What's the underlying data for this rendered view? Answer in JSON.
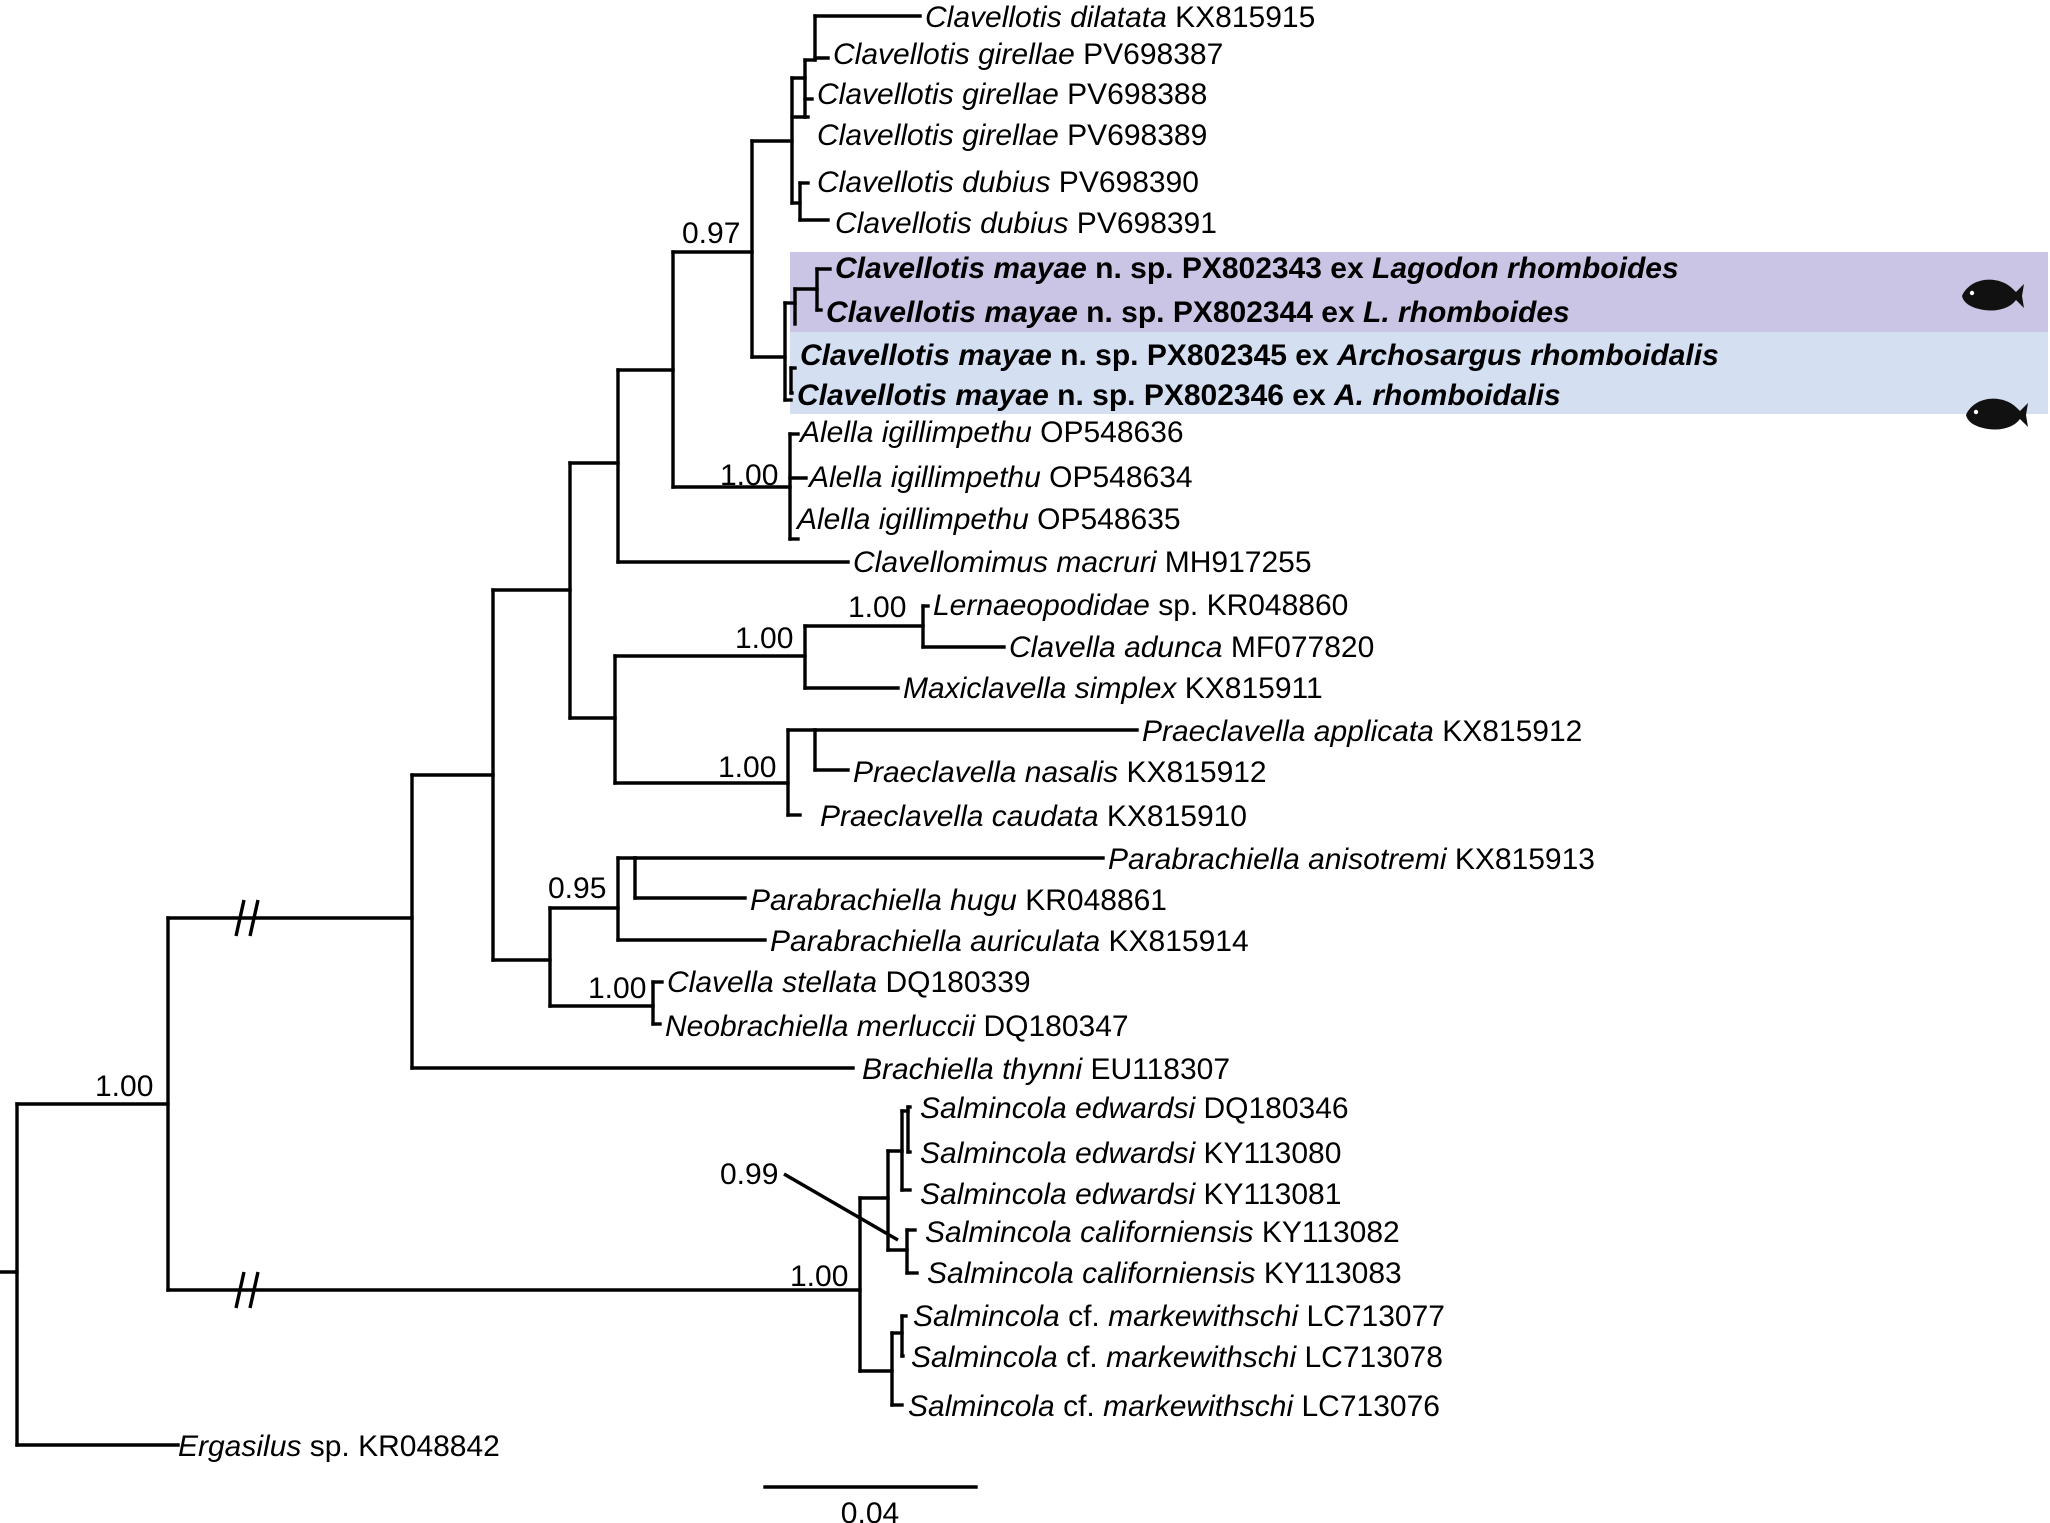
{
  "colors": {
    "highlight_purple": "#cbc5e5",
    "highlight_blue": "#d5dff2",
    "lines": "#000000"
  },
  "taxa": [
    {
      "id": "t1",
      "genus": "Clavellotis",
      "epithet": "dilatata",
      "rest": " KX815915"
    },
    {
      "id": "t2",
      "genus": "Clavellotis",
      "epithet": "girellae",
      "rest": " PV698387"
    },
    {
      "id": "t3",
      "genus": "Clavellotis",
      "epithet": "girellae",
      "rest": " PV698388"
    },
    {
      "id": "t4",
      "genus": "Clavellotis",
      "epithet": "girellae",
      "rest": " PV698389"
    },
    {
      "id": "t5",
      "genus": "Clavellotis",
      "epithet": "dubius",
      "rest": " PV698390"
    },
    {
      "id": "t6",
      "genus": "Clavellotis",
      "epithet": "dubius",
      "rest": " PV698391"
    },
    {
      "id": "t7",
      "genus": "Clavellotis",
      "epithet": "mayae",
      "rest": " n. sp. PX802343 ex ",
      "host": "Lagodon rhomboides",
      "bold": true
    },
    {
      "id": "t8",
      "genus": "Clavellotis",
      "epithet": "mayae",
      "rest": " n. sp. PX802344 ex ",
      "host": "L. rhomboides",
      "bold": true
    },
    {
      "id": "t9",
      "genus": "Clavellotis",
      "epithet": "mayae",
      "rest": " n. sp. PX802345 ex ",
      "host": "Archosargus rhomboidalis",
      "bold": true
    },
    {
      "id": "t10",
      "genus": "Clavellotis",
      "epithet": "mayae",
      "rest": " n. sp. PX802346 ex ",
      "host": "A. rhomboidalis",
      "bold": true
    },
    {
      "id": "t11",
      "genus": "Alella",
      "epithet": "igillimpethu",
      "rest": " OP548636"
    },
    {
      "id": "t12",
      "genus": "Alella",
      "epithet": "igillimpethu",
      "rest": " OP548634"
    },
    {
      "id": "t13",
      "genus": "Alella",
      "epithet": "igillimpethu",
      "rest": " OP548635"
    },
    {
      "id": "t14",
      "genus": "Clavellomimus",
      "epithet": "macruri",
      "rest": " MH917255"
    },
    {
      "id": "t15",
      "genus": "Lernaeopodidae",
      "epithet": "",
      "rest": " sp. KR048860"
    },
    {
      "id": "t16",
      "genus": "Clavella",
      "epithet": "adunca",
      "rest": " MF077820"
    },
    {
      "id": "t17",
      "genus": "Maxiclavella",
      "epithet": "simplex",
      "rest": " KX815911"
    },
    {
      "id": "t18",
      "genus": "Praeclavella",
      "epithet": "applicata",
      "rest": " KX815912"
    },
    {
      "id": "t19",
      "genus": "Praeclavella",
      "epithet": "nasalis",
      "rest": " KX815912"
    },
    {
      "id": "t20",
      "genus": "Praeclavella",
      "epithet": "caudata",
      "rest": " KX815910"
    },
    {
      "id": "t21",
      "genus": "Parabrachiella",
      "epithet": "anisotremi",
      "rest": " KX815913"
    },
    {
      "id": "t22",
      "genus": "Parabrachiella",
      "epithet": "hugu",
      "rest": " KR048861"
    },
    {
      "id": "t23",
      "genus": "Parabrachiella",
      "epithet": "auriculata",
      "rest": " KX815914"
    },
    {
      "id": "t24",
      "genus": "Clavella",
      "epithet": "stellata",
      "rest": " DQ180339"
    },
    {
      "id": "t25",
      "genus": "Neobrachiella",
      "epithet": "merluccii",
      "rest": " DQ180347"
    },
    {
      "id": "t26",
      "genus": "Brachiella",
      "epithet": "thynni",
      "rest": " EU118307"
    },
    {
      "id": "t27",
      "genus": "Salmincola",
      "epithet": "edwardsi",
      "rest": " DQ180346"
    },
    {
      "id": "t28",
      "genus": "Salmincola",
      "epithet": "edwardsi",
      "rest": " KY113080"
    },
    {
      "id": "t29",
      "genus": "Salmincola",
      "epithet": "edwardsi",
      "rest": " KY113081"
    },
    {
      "id": "t30",
      "genus": "Salmincola",
      "epithet": "californiensis",
      "rest": " KY113082"
    },
    {
      "id": "t31",
      "genus": "Salmincola",
      "epithet": "californiensis",
      "rest": " KY113083"
    },
    {
      "id": "t32",
      "genus": "Salmincola",
      "epithet": "",
      "rest": " cf. ",
      "epithet2": "markewithschi",
      "rest2": " LC713077"
    },
    {
      "id": "t33",
      "genus": "Salmincola",
      "epithet": "",
      "rest": " cf. ",
      "epithet2": "markewithschi",
      "rest2": " LC713078"
    },
    {
      "id": "t34",
      "genus": "Salmincola",
      "epithet": "",
      "rest": " cf. ",
      "epithet2": "markewithschi",
      "rest2": " LC713076"
    },
    {
      "id": "t35",
      "genus": "Ergasilus",
      "epithet": "",
      "rest": " sp. KR048842"
    }
  ],
  "support_values": [
    "0.97",
    "1.00",
    "1.00",
    "1.00",
    "1.00",
    "0.95",
    "1.00",
    "1.00",
    "0.99",
    "1.00"
  ],
  "scale_bar": {
    "label": "0.04"
  },
  "host_icons": [
    "fish-icon",
    "fish-icon"
  ]
}
